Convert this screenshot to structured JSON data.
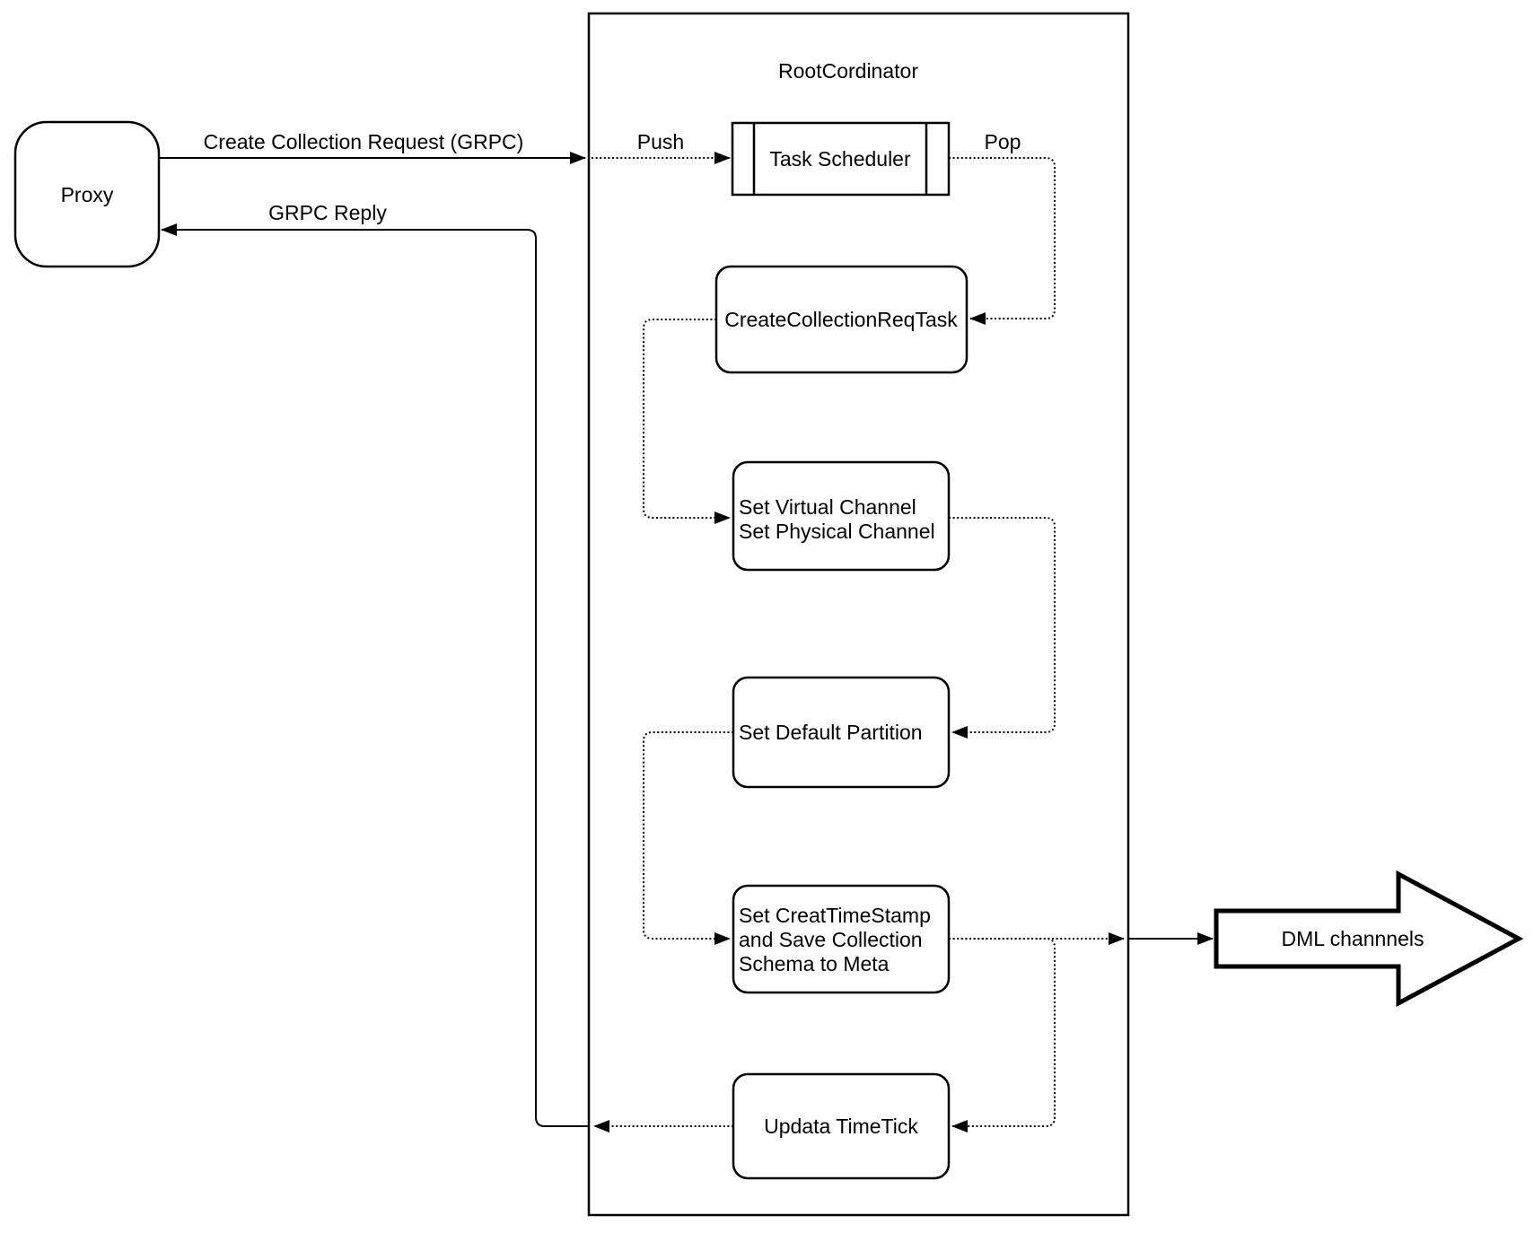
{
  "diagram": {
    "title": "RootCordinator",
    "proxy_label": "Proxy",
    "task_scheduler_label": "Task Scheduler",
    "edge_labels": {
      "request": "Create Collection Request (GRPC)",
      "reply": "GRPC Reply",
      "push": "Push",
      "pop": "Pop"
    },
    "tasks": {
      "create_req": {
        "line1": "CreateCollectionReqTask"
      },
      "channels": {
        "line1": "Set Virtual Channel",
        "line2": "Set Physical Channel"
      },
      "partition": {
        "line1": "Set Default Partition"
      },
      "timestamp": {
        "line1": "Set CreatTimeStamp",
        "line2": "and Save Collection",
        "line3": "Schema to Meta"
      },
      "timetick": {
        "line1": "Updata TimeTick"
      }
    },
    "dml_label": "DML channnels",
    "colors": {
      "ink": "#000000",
      "background": "#ffffff"
    }
  }
}
